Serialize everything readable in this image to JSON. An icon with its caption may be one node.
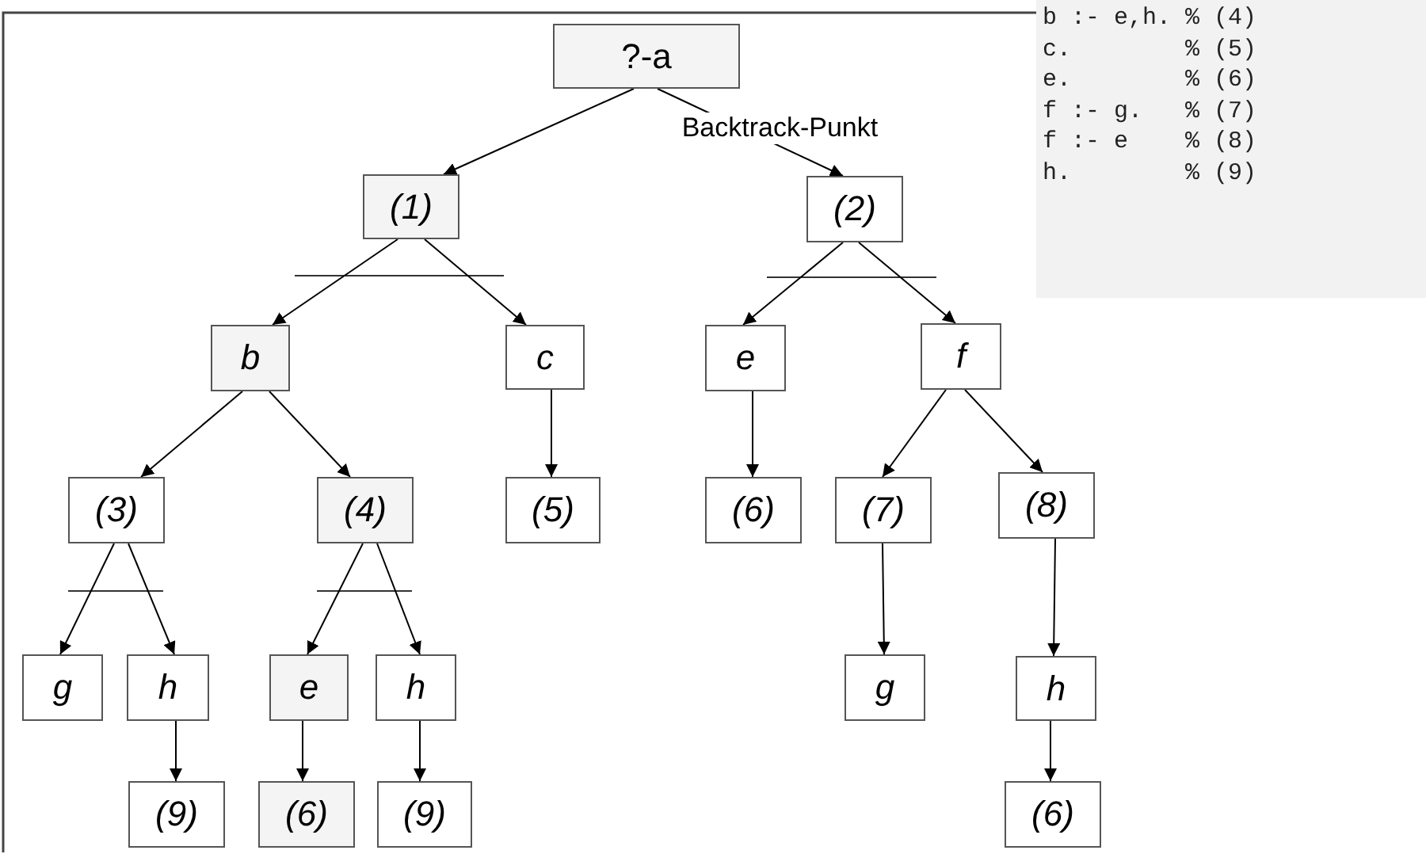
{
  "diagram": {
    "nodes": [
      {
        "text": [
          "?-a"
        ]
      },
      {
        "text": [
          "(1)"
        ]
      },
      {
        "text": [
          "(2)"
        ]
      },
      {
        "text": [
          "b"
        ]
      },
      {
        "text": [
          "c"
        ]
      },
      {
        "text": [
          "e"
        ]
      },
      {
        "text": [
          "f"
        ]
      },
      {
        "text": [
          "(3)"
        ]
      },
      {
        "text": [
          "(4)"
        ]
      },
      {
        "text": [
          "(5)"
        ]
      },
      {
        "text": [
          "(6)"
        ]
      },
      {
        "text": [
          "(7)"
        ]
      },
      {
        "text": [
          "(8)"
        ]
      },
      {
        "text": [
          "g"
        ]
      },
      {
        "text": [
          "h"
        ]
      },
      {
        "text": [
          "e"
        ]
      },
      {
        "text": [
          "h"
        ]
      },
      {
        "text": [
          "g"
        ]
      },
      {
        "text": [
          "h"
        ]
      },
      {
        "text": [
          "(9)"
        ]
      },
      {
        "text": [
          "(6)"
        ]
      },
      {
        "text": [
          "(9)"
        ]
      },
      {
        "text": [
          "(6)"
        ]
      }
    ],
    "edges": [
      {
        "from": 0,
        "to": 1,
        "arrow": "to"
      },
      {
        "from": 0,
        "to": 2,
        "arrow": "to",
        "label": "Backtrack-Punkt"
      },
      {
        "from": 1,
        "to": 3,
        "arrow": "to"
      },
      {
        "from": 1,
        "to": 4,
        "arrow": "to"
      },
      {
        "from": 2,
        "to": 5,
        "arrow": "to"
      },
      {
        "from": 2,
        "to": 6,
        "arrow": "to"
      },
      {
        "from": 3,
        "to": 7,
        "arrow": "to"
      },
      {
        "from": 3,
        "to": 8,
        "arrow": "to"
      },
      {
        "from": 4,
        "to": 9,
        "arrow": "to"
      },
      {
        "from": 5,
        "to": 10,
        "arrow": "to"
      },
      {
        "from": 6,
        "to": 11,
        "arrow": "to"
      },
      {
        "from": 6,
        "to": 12,
        "arrow": "to"
      },
      {
        "from": 7,
        "to": 13,
        "arrow": "to"
      },
      {
        "from": 7,
        "to": 14,
        "arrow": "to"
      },
      {
        "from": 8,
        "to": 15,
        "arrow": "to"
      },
      {
        "from": 8,
        "to": 16,
        "arrow": "to"
      },
      {
        "from": 11,
        "to": 17,
        "arrow": "to"
      },
      {
        "from": 12,
        "to": 18,
        "arrow": "to"
      },
      {
        "from": 14,
        "to": 19,
        "arrow": "to"
      },
      {
        "from": 15,
        "to": 20,
        "arrow": "to"
      },
      {
        "from": 16,
        "to": 21,
        "arrow": "to"
      },
      {
        "from": 18,
        "to": 22,
        "arrow": "to"
      }
    ],
    "labels": [
      "b :- e,h. % (4)",
      "c.        % (5)",
      "e.        % (6)",
      "f :- g.   % (7)",
      "f :- e    % (8)",
      "h.        % (9)"
    ]
  }
}
